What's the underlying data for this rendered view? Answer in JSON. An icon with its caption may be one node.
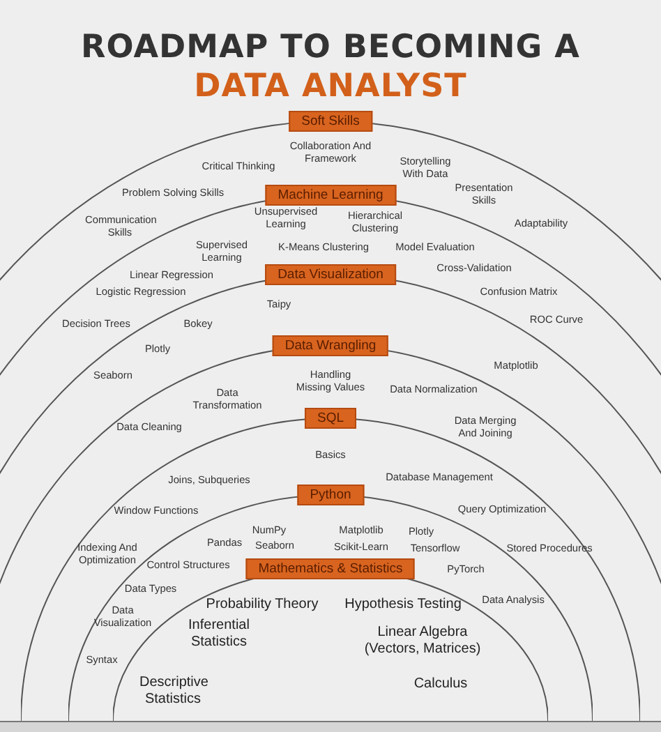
{
  "diagram": {
    "title": "ROADMAP TO BECOMING A DATA ANALYST",
    "nodes": [
      {
        "text": [
          "Soft Skills"
        ]
      },
      {
        "text": [
          "Machine Learning"
        ],
        "in": 0
      },
      {
        "text": [
          "Data Visualization"
        ],
        "in": 1
      },
      {
        "text": [
          "Data Wrangling"
        ],
        "in": 2
      },
      {
        "text": [
          "SQL"
        ],
        "in": 3
      },
      {
        "text": [
          "Python"
        ],
        "in": 4
      },
      {
        "text": [
          "Mathematics & Statistics"
        ],
        "in": 5
      }
    ],
    "edges": [],
    "labels": [
      "Collaboration And Framework",
      "Critical Thinking",
      "Storytelling With Data",
      "Problem Solving Skills",
      "Presentation Skills",
      "Unsupervised Learning",
      "Hierarchical Clustering",
      "Adaptability",
      "Communication Skills",
      "Supervised Learning",
      "K-Means Clustering",
      "Model Evaluation",
      "Cross-Validation",
      "Linear Regression",
      "Logistic Regression",
      "Confusion Matrix",
      "Taipy",
      "ROC Curve",
      "Decision Trees",
      "Bokey",
      "Plotly",
      "Matplotlib",
      "Seaborn",
      "Handling Missing Values",
      "Data Transformation",
      "Data Normalization",
      "Data Cleaning",
      "Data Merging And Joining",
      "Basics",
      "Joins, Subqueries",
      "Database Management",
      "Window Functions",
      "Query Optimization",
      "NumPy",
      "Matplotlib",
      "Plotly",
      "Pandas",
      "Seaborn",
      "Scikit-Learn",
      "Tensorflow",
      "Indexing And Optimization",
      "Stored Procedures",
      "Control Structures",
      "PyTorch",
      "Data Types",
      "Data Analysis",
      "Probability Theory",
      "Hypothesis Testing",
      "Data Visualization",
      "Inferential Statistics",
      "Linear Algebra (Vectors, Matrices)",
      "Syntax",
      "Calculus",
      "Descriptive Statistics"
    ]
  }
}
